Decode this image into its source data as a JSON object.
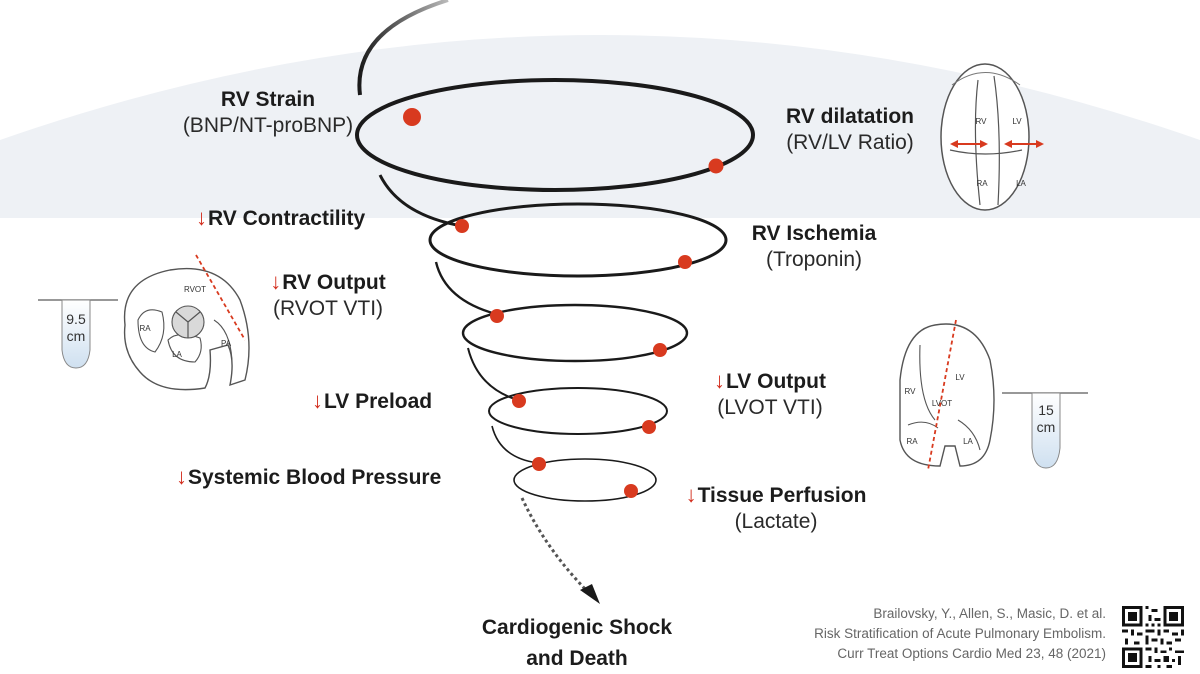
{
  "labels": {
    "rv_strain": {
      "title": "RV Strain",
      "sub": "(BNP/NT-proBNP)"
    },
    "rv_dilatation": {
      "title": "RV dilatation",
      "sub": "(RV/LV Ratio)"
    },
    "rv_contractility": {
      "arrow": "↓",
      "title": "RV Contractility"
    },
    "rv_ischemia": {
      "title": "RV Ischemia",
      "sub": "(Troponin)"
    },
    "rv_output": {
      "arrow": "↓",
      "title": "RV Output",
      "sub": "(RVOT VTI)"
    },
    "lv_output": {
      "arrow": "↓",
      "title": "LV Output",
      "sub": "(LVOT VTI)"
    },
    "lv_preload": {
      "arrow": "↓",
      "title": "LV Preload"
    },
    "systemic_bp": {
      "arrow": "↓",
      "title": "Systemic Blood Pressure"
    },
    "tissue_perfusion": {
      "arrow": "↓",
      "title": "Tissue Perfusion",
      "sub": "(Lactate)"
    },
    "final": {
      "line1": "Cardiogenic Shock",
      "line2": "and Death"
    }
  },
  "heart_diagrams": {
    "four_chamber": {
      "rv": "RV",
      "lv": "LV",
      "ra": "RA",
      "la": "LA"
    },
    "rvot_view": {
      "rvot": "RVOT",
      "ra": "RA",
      "la": "LA",
      "pa": "PA"
    },
    "lvot_view": {
      "rv": "RV",
      "lv": "LV",
      "lvot": "LVOT",
      "ra": "RA",
      "la": "LA"
    }
  },
  "vti_scales": {
    "rvot": {
      "value": "9.5",
      "unit": "cm"
    },
    "lvot": {
      "value": "15",
      "unit": "cm"
    }
  },
  "reference": {
    "line1": "Brailovsky, Y., Allen, S., Masic, D. et al.",
    "line2": "Risk Stratification of Acute Pulmonary Embolism.",
    "line3": "Curr Treat Options Cardio Med 23, 48 (2021)"
  },
  "colors": {
    "marker": "#d83a1f",
    "spiral": "#1a1a1a",
    "background_dome": "#eef1f5",
    "arrow": "#d32f1f",
    "vti_fill": "#dce7f3"
  }
}
